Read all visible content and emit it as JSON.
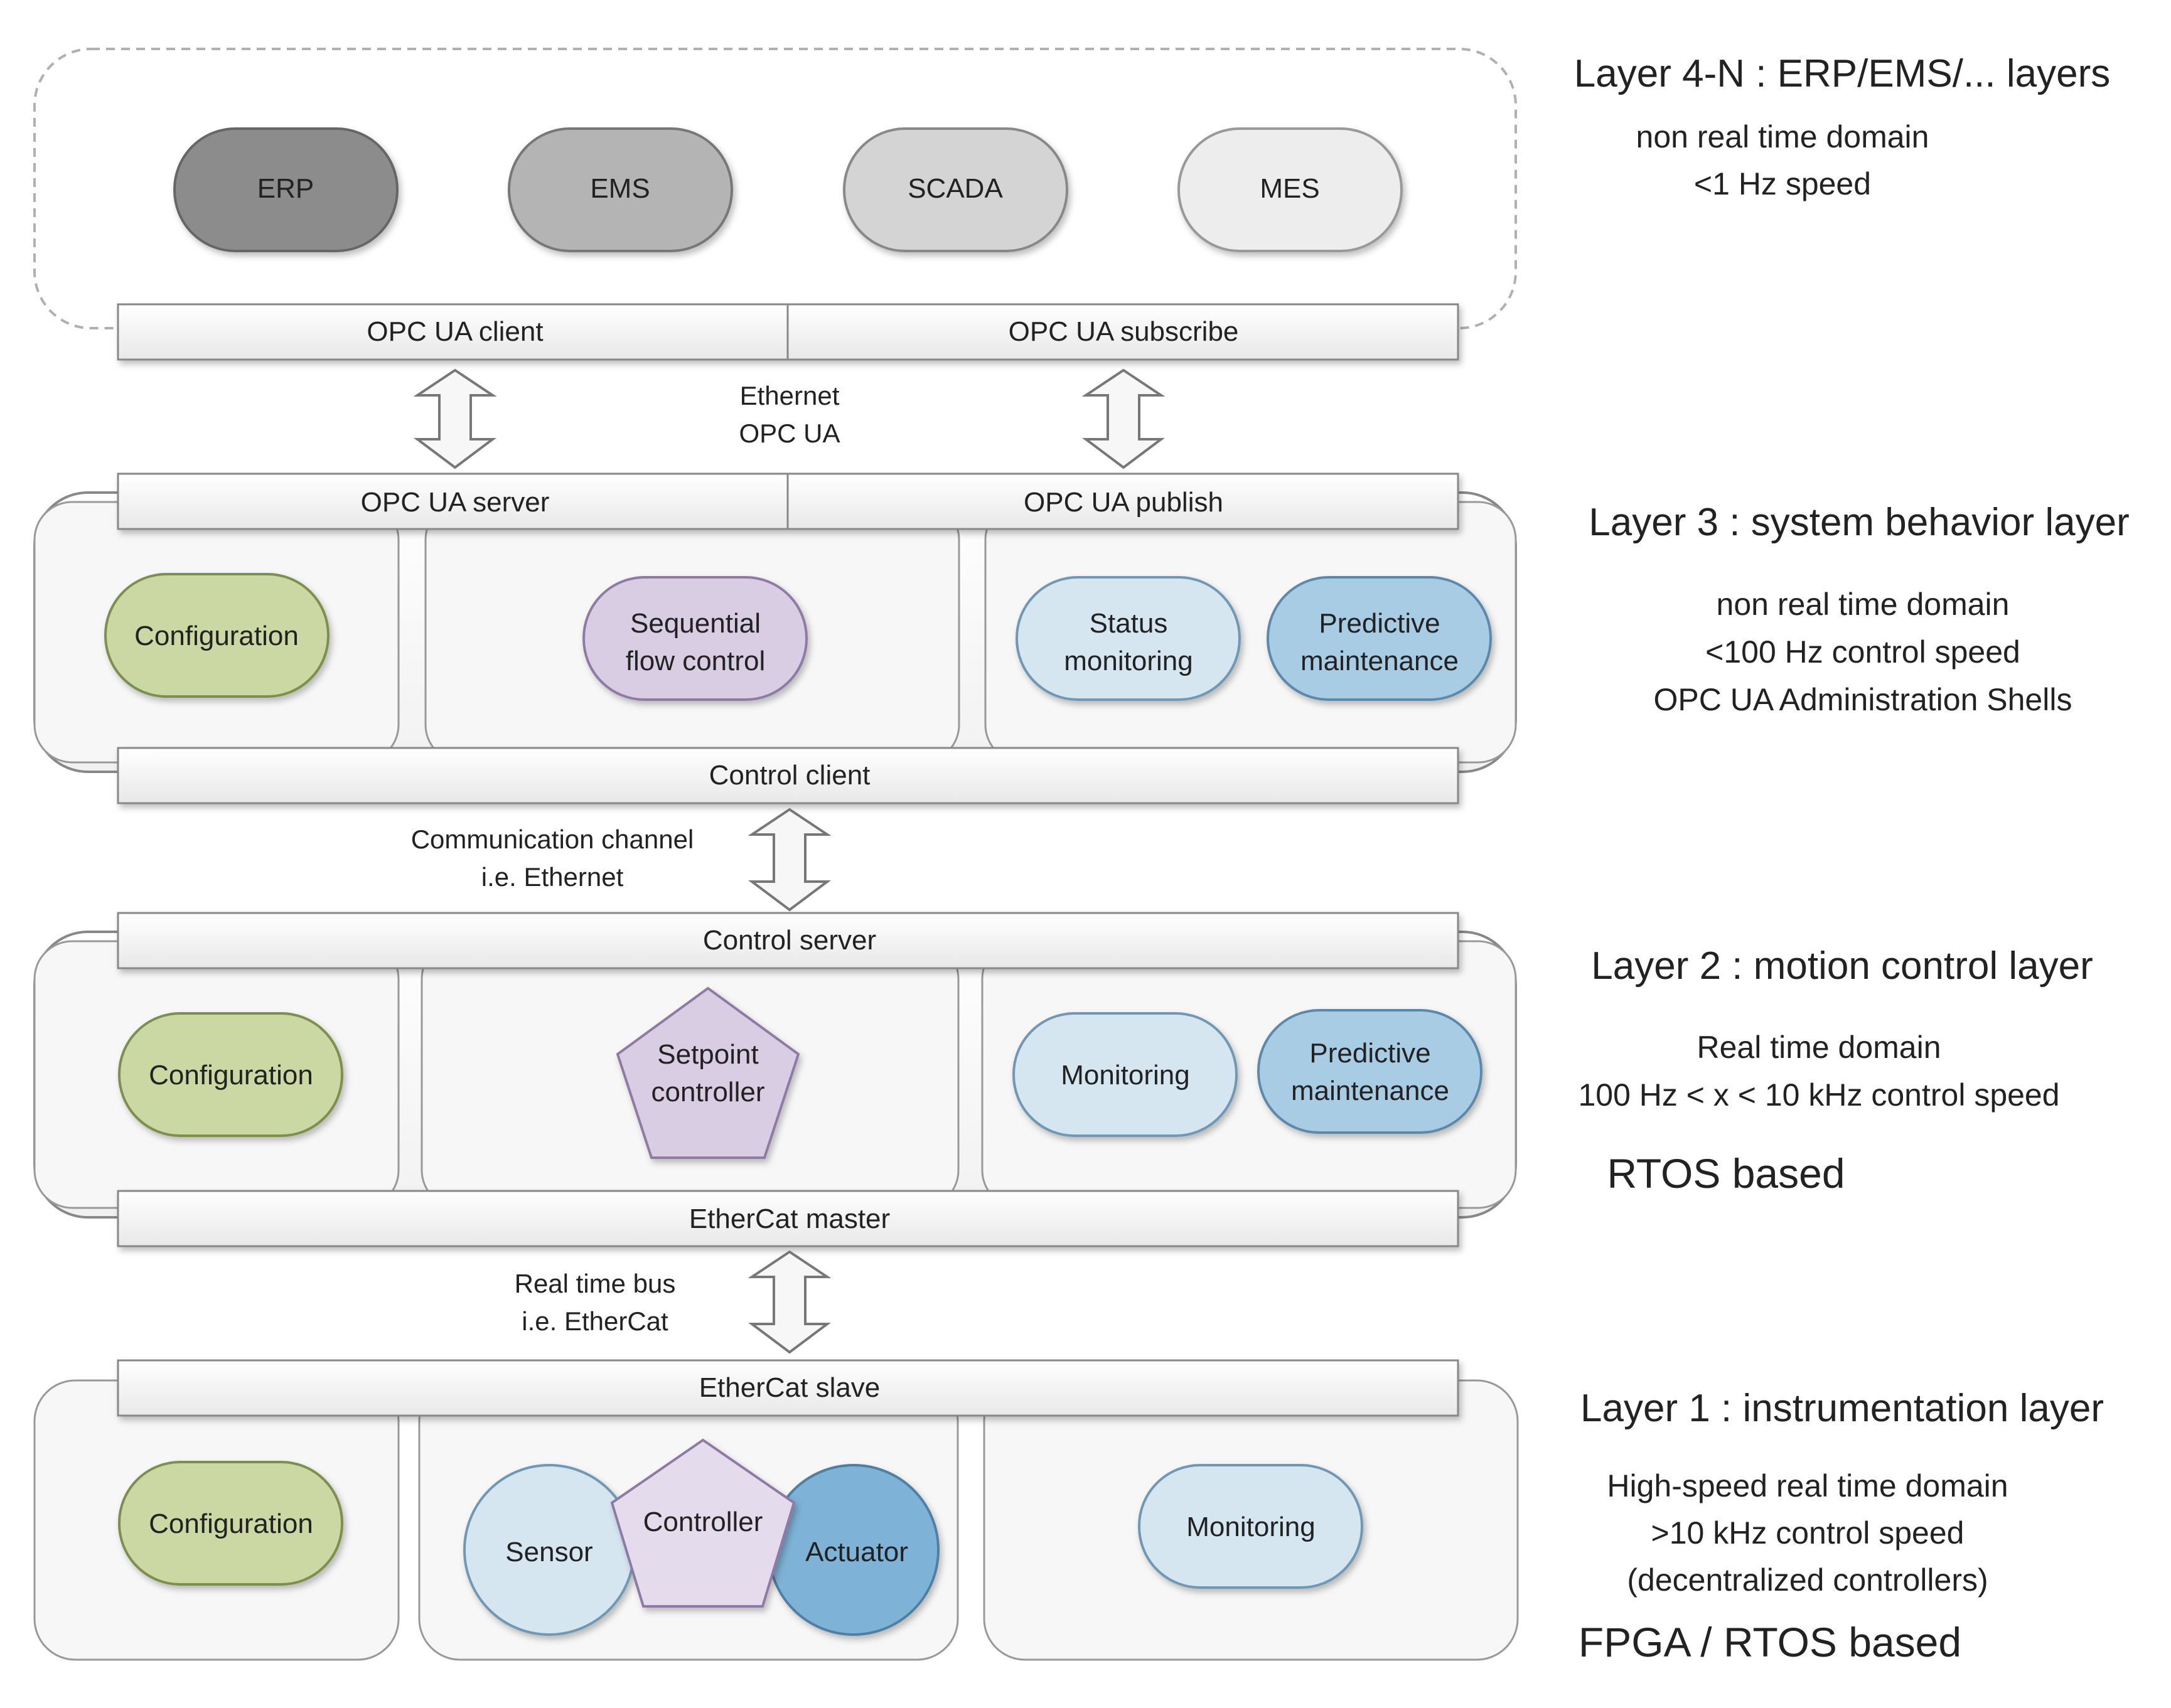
{
  "layer4": {
    "nodes": [
      "ERP",
      "EMS",
      "SCADA",
      "MES"
    ],
    "bar_left": "OPC UA client",
    "bar_right": "OPC UA subscribe",
    "title": "Layer 4-N : ERP/EMS/... layers",
    "desc": [
      "non real time domain",
      "<1 Hz speed"
    ]
  },
  "conn_43": [
    "Ethernet",
    "OPC UA"
  ],
  "layer3": {
    "bar_top_left": "OPC UA server",
    "bar_top_right": "OPC UA publish",
    "nodes": {
      "configuration": "Configuration",
      "sequential": [
        "Sequential",
        "flow control"
      ],
      "status": [
        "Status",
        "monitoring"
      ],
      "predictive": [
        "Predictive",
        "maintenance"
      ]
    },
    "bar_bottom": "Control client",
    "title": "Layer 3 : system behavior layer",
    "desc": [
      "non real time domain",
      "<100 Hz control speed",
      "OPC UA Administration Shells"
    ]
  },
  "conn_32": [
    "Communication channel",
    "i.e. Ethernet"
  ],
  "layer2": {
    "bar_top": "Control server",
    "nodes": {
      "configuration": "Configuration",
      "setpoint": [
        "Setpoint",
        "controller"
      ],
      "monitoring": "Monitoring",
      "predictive": [
        "Predictive",
        "maintenance"
      ]
    },
    "bar_bottom": "EtherCat master",
    "title": "Layer 2 : motion control layer",
    "desc": [
      "Real time domain",
      "100 Hz < x < 10 kHz  control speed"
    ],
    "based": "RTOS based"
  },
  "conn_21": [
    "Real time bus",
    "i.e. EtherCat"
  ],
  "layer1": {
    "bar_top": "EtherCat slave",
    "nodes": {
      "configuration": "Configuration",
      "sensor": "Sensor",
      "controller": "Controller",
      "actuator": "Actuator",
      "monitoring": "Monitoring"
    },
    "title": "Layer 1 : instrumentation layer",
    "desc": [
      "High-speed real time domain",
      ">10 kHz control speed",
      "(decentralized controllers)"
    ],
    "based": "FPGA / RTOS based"
  },
  "colors": {
    "erp": "#8c8c8c",
    "ems": "#b4b4b4",
    "scada": "#d4d4d4",
    "mes": "#ededed",
    "config": "#cbd8a4",
    "purple": "#d8cde3",
    "light_blue": "#d5e6f1",
    "mid_blue": "#a9cce5",
    "dark_blue": "#7eb2d6"
  }
}
